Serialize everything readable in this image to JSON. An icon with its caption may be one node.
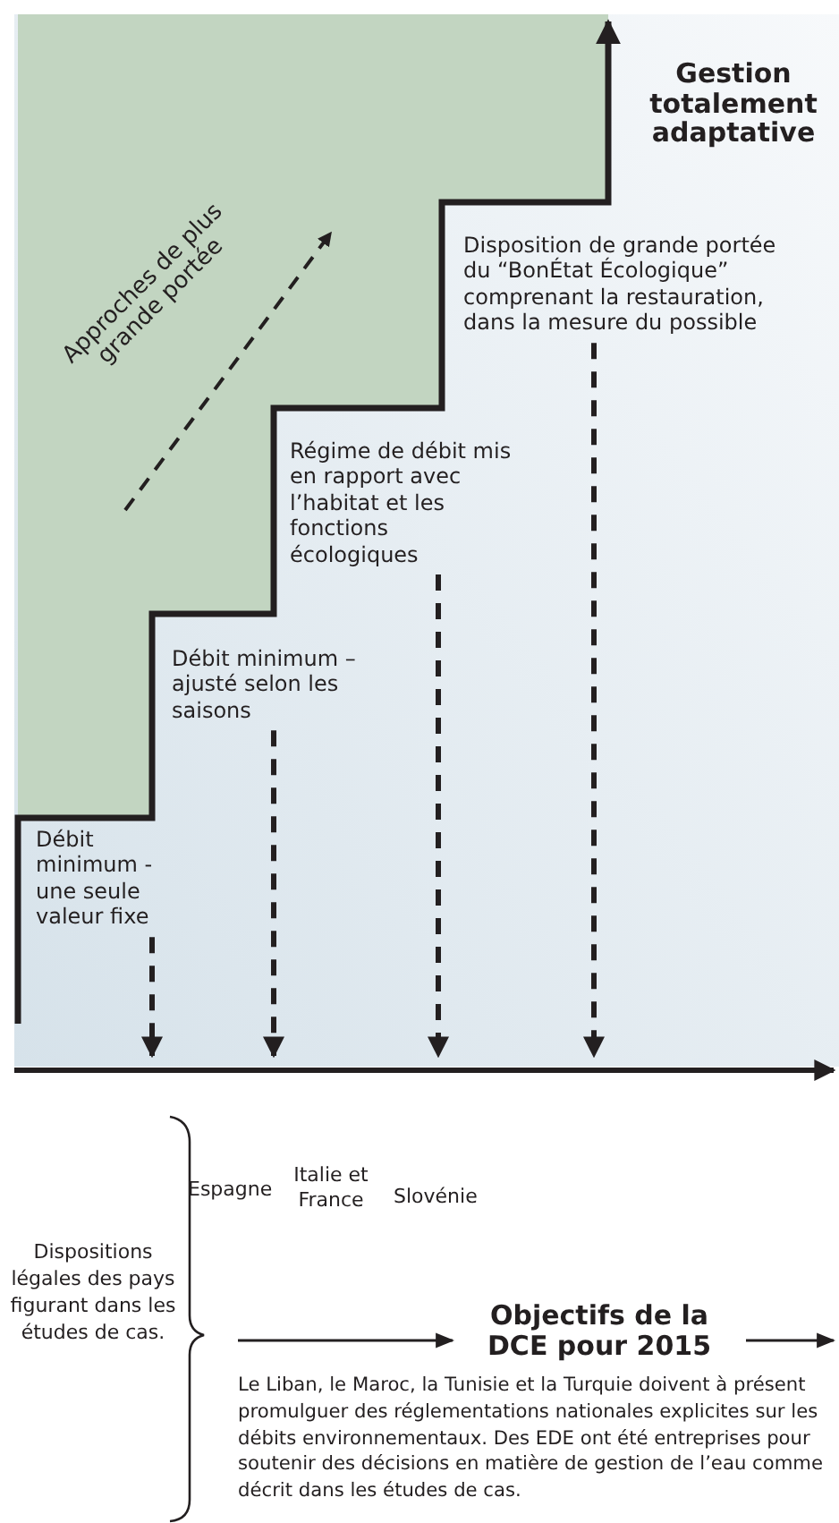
{
  "diagram": {
    "nodes": [
      {
        "text": [
          "Débit minimum - une seule valeur fixe"
        ]
      },
      {
        "text": [
          "Débit minimum – ajusté selon les saisons"
        ]
      },
      {
        "text": [
          "Régime de débit mis en rapport avec l’habitat et les fonctions écologiques"
        ]
      },
      {
        "text": [
          "Disposition de grande portée du “BonÉtat Écologique” comprenant la restauration, dans la mesure du possible"
        ]
      },
      {
        "text": [
          "Objectifs de la DCE pour 2015"
        ]
      }
    ],
    "edges": [
      {
        "from": 0,
        "to": null,
        "arrow": "to",
        "style": "dashed"
      },
      {
        "from": 1,
        "to": null,
        "arrow": "to",
        "style": "dashed"
      },
      {
        "from": 2,
        "to": null,
        "arrow": "to",
        "style": "dashed"
      },
      {
        "from": 3,
        "to": null,
        "arrow": "to",
        "style": "dashed"
      },
      {
        "from": null,
        "to": 4,
        "arrow": "to"
      },
      {
        "from": 4,
        "to": null,
        "arrow": "to"
      }
    ],
    "labels": [
      "Gestion totalement adaptative",
      "Approches de plus grande portée",
      "Espagne",
      "Italie et France",
      "Slovénie",
      "Dispositions légales des pays figurant dans les études de cas.",
      "Le Liban, le Maroc, la Tunisie et la Turquie doivent à présent promulguer des réglementations nationales explicites sur les débits environnementaux. Des EDE ont été entreprises pour soutenir des décisions en matière de gestion de l’eau comme décrit dans les études de cas."
    ]
  }
}
